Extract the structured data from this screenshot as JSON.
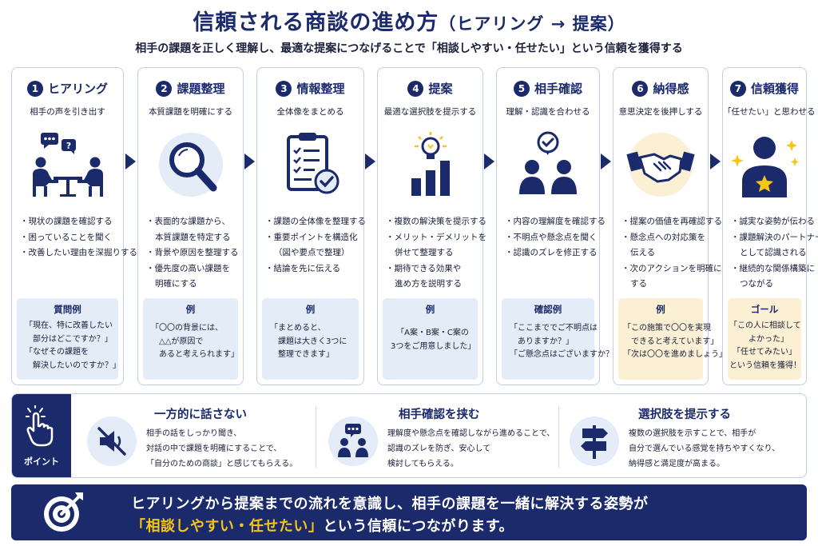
{
  "title": "信頼される商談の進め方",
  "title_sub": "（ヒアリング → 提案）",
  "subtitle": "相手の課題を正しく理解し、最適な提案につなげることで「相談しやすい・任せたい」という信頼を獲得する",
  "steps": [
    {
      "num": "1",
      "title": "ヒアリング",
      "desc": "相手の声を引き出す",
      "icon": "meeting-icon",
      "bullets": [
        "・現状の課題を確認する",
        "・困っていることを聞く",
        "・改善したい理由を深掘りする"
      ],
      "example_title": "質問例",
      "example_lines": [
        "「現在、特に改善したい",
        "　部分はどこですか？」",
        "「なぜその課題を",
        "　解決したいのですか？」"
      ]
    },
    {
      "num": "2",
      "title": "課題整理",
      "desc": "本質課題を明確にする",
      "icon": "magnifier-icon",
      "bullets": [
        "・表面的な課題から、",
        "本質課題を特定する",
        "・背景や原因を整理する",
        "・優先度の高い課題を",
        "明確にする"
      ],
      "example_title": "例",
      "example_lines": [
        "「〇〇の背景には、",
        "　△△が原因で",
        "　あると考えられます」"
      ]
    },
    {
      "num": "3",
      "title": "情報整理",
      "desc": "全体像をまとめる",
      "icon": "clipboard-icon",
      "bullets": [
        "・課題の全体像を整理する",
        "・重要ポイントを構造化",
        "（図や要点で整理）",
        "・結論を先に伝える"
      ],
      "example_title": "例",
      "example_lines": [
        "「まとめると、",
        "　課題は大きく3つに",
        "　整理できます」"
      ]
    },
    {
      "num": "4",
      "title": "提案",
      "desc": "最適な選択肢を提示する",
      "icon": "lightbulb-chart-icon",
      "bullets": [
        "・複数の解決策を提示する",
        "・メリット・デメリットを",
        "併せて整理する",
        "・期待できる効果や",
        "進め方を説明する"
      ],
      "example_title": "例",
      "example_lines": [
        "「A案・B案・C案の",
        "3つをご用意しました」"
      ]
    },
    {
      "num": "5",
      "title": "相手確認",
      "desc": "理解・認識を合わせる",
      "icon": "people-check-icon",
      "bullets": [
        "・内容の理解度を確認する",
        "・不明点や懸念点を聞く",
        "・認識のズレを修正する"
      ],
      "example_title": "確認例",
      "example_lines": [
        "「ここまででご不明点は",
        "　ありますか？」",
        "「ご懸念点はございますか？」"
      ]
    },
    {
      "num": "6",
      "title": "納得感",
      "desc": "意思決定を後押しする",
      "icon": "handshake-icon",
      "bullets": [
        "・提案の価値を再確認する",
        "・懸念点への対応策を",
        "伝える",
        "・次のアクションを明確に",
        "する"
      ],
      "example_title": "例",
      "example_lines": [
        "「この施策で〇〇を実現",
        "　できると考えています」",
        "「次は〇〇を進めましょう」"
      ]
    },
    {
      "num": "7",
      "title": "信頼獲得",
      "desc": "「任せたい」と思わせる",
      "icon": "person-star-icon",
      "bullets": [
        "・誠実な姿勢が伝わる",
        "・課題解決のパートナー",
        "として認識される",
        "・継続的な関係構築に",
        "つながる"
      ],
      "example_title": "ゴール",
      "example_lines": [
        "「この人に相談して",
        "　よかった」",
        "「任せてみたい」",
        "という信頼を獲得！"
      ]
    }
  ],
  "points_label": "ポイント",
  "points": [
    {
      "title": "一方的に話さない",
      "icon": "mute-icon",
      "lines": [
        "相手の話をしっかり聞き、",
        "対話の中で課題を明確にすることで、",
        "「自分のための商談」と感じてもらえる。"
      ]
    },
    {
      "title": "相手確認を挟む",
      "icon": "chat-people-icon",
      "lines": [
        "理解度や懸念点を確認しながら進めることで、",
        "認識のズレを防ぎ、安心して",
        "検討してもらえる。"
      ]
    },
    {
      "title": "選択肢を提示する",
      "icon": "signpost-icon",
      "lines": [
        "複数の選択肢を示すことで、相手が",
        "自分で選んでいる感覚を持ちやすくなり、",
        "納得感と満足度が高まる。"
      ]
    }
  ],
  "banner": {
    "line1": "ヒアリングから提案までの流れを意識し、相手の課題を一緒に解決する姿勢が",
    "highlight": "「相談しやすい・任せたい」",
    "line2_rest": "という信頼につながります。"
  },
  "colors": {
    "navy": "#1b2a6b",
    "light_blue": "#e4ecf8",
    "gold": "#f5c518",
    "cream": "#fbf0d4"
  }
}
